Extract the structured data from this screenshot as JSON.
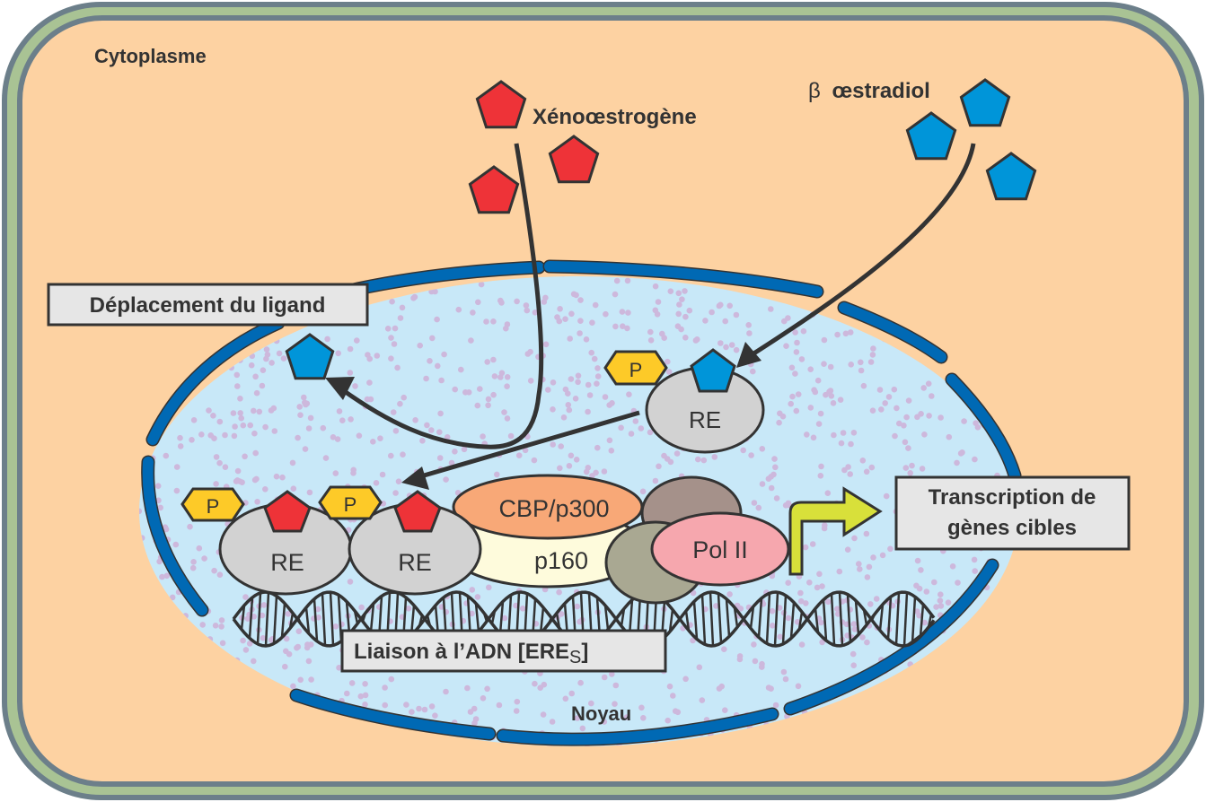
{
  "diagram": {
    "compartments": {
      "cytoplasm": "Cytoplasme",
      "nucleus": "Noyau"
    },
    "ligands": {
      "xeno": {
        "label": "Xénoœstrogène",
        "color": "#ee3338",
        "count": 3
      },
      "estradiol": {
        "prefix": "β",
        "label": "œstradiol",
        "color": "#0095d9",
        "count": 3
      }
    },
    "callouts": {
      "ligand_displacement": "Déplacement du ligand",
      "transcription_line1": "Transcription de",
      "transcription_line2": "gènes cibles",
      "dna_binding_main": "Liaison à l’ADN [ERE",
      "dna_binding_sub": "S",
      "dna_binding_close": "]"
    },
    "complex": {
      "receptor_label": "RE",
      "phospho_label": "P",
      "cbp_label": "CBP/p300",
      "p160_label": "p160",
      "polii_label": "Pol II"
    },
    "colors": {
      "cell_membrane_outer": "#6c7f8a",
      "cell_membrane_inner": "#a9c394",
      "cytoplasm": "#fdd2a2",
      "nucleus": "#c8e8f8",
      "nuclear_envelope": "#0069b4",
      "nucleoplasm_dots": "#cdb8dc",
      "receptor": "#d2d2d2",
      "phospho": "#fdca28",
      "cbp": "#f8a877",
      "p160": "#fefbdc",
      "polii": "#f6a7ae",
      "brown_factor": "#a5918a",
      "grey_factor": "#a9a892",
      "tss_arrow": "#d8e03a",
      "outline": "#333333"
    }
  }
}
